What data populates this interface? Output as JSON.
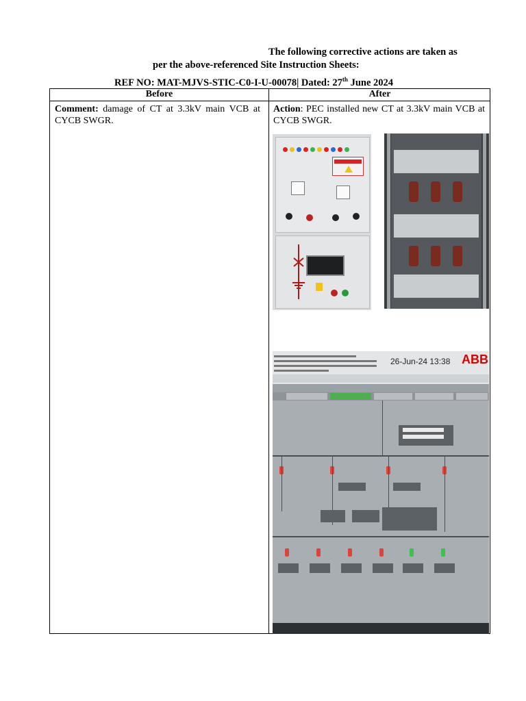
{
  "intro": {
    "line1": "The following corrective actions are taken as",
    "line2": "per the above-referenced Site Instruction Sheets:"
  },
  "reference": {
    "prefix": "REF NO: MAT-MJVS-STIC-C0-I-U-00078| Dated: 27",
    "day_suffix": "th",
    "suffix": " June 2024"
  },
  "table": {
    "headers": {
      "before": "Before",
      "after": "After"
    },
    "before": {
      "label": "Comment:",
      "text": " damage of CT at 3.3kV main VCB at CYCB SWGR."
    },
    "after": {
      "label": "Action",
      "text": ": PEC installed new CT at 3.3kV main VCB at CYCB SWGR."
    }
  },
  "photos": {
    "scada_timestamp": "26-Jun-24 13:38",
    "scada_brand": "ABB"
  }
}
